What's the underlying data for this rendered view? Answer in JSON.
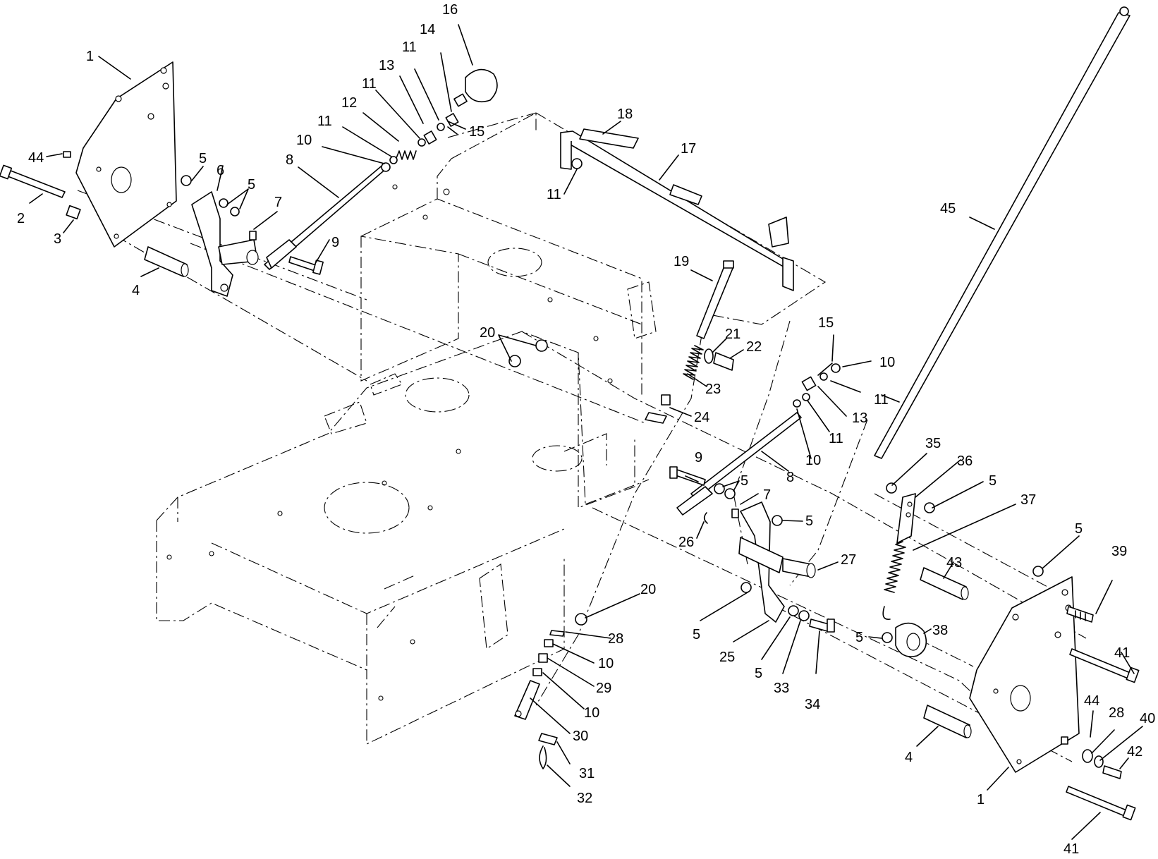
{
  "callouts": [
    {
      "id": "c1a",
      "text": "1"
    },
    {
      "id": "c44a",
      "text": "44"
    },
    {
      "id": "c2",
      "text": "2"
    },
    {
      "id": "c3",
      "text": "3"
    },
    {
      "id": "c4a",
      "text": "4"
    },
    {
      "id": "c5a",
      "text": "5"
    },
    {
      "id": "c6",
      "text": "6"
    },
    {
      "id": "c5b",
      "text": "5"
    },
    {
      "id": "c7a",
      "text": "7"
    },
    {
      "id": "c8a",
      "text": "8"
    },
    {
      "id": "c9a",
      "text": "9"
    },
    {
      "id": "c10a",
      "text": "10"
    },
    {
      "id": "c11a",
      "text": "11"
    },
    {
      "id": "c12",
      "text": "12"
    },
    {
      "id": "c11b",
      "text": "11"
    },
    {
      "id": "c13a",
      "text": "13"
    },
    {
      "id": "c11c",
      "text": "11"
    },
    {
      "id": "c14",
      "text": "14"
    },
    {
      "id": "c16",
      "text": "16"
    },
    {
      "id": "c15a",
      "text": "15"
    },
    {
      "id": "c18",
      "text": "18"
    },
    {
      "id": "c17",
      "text": "17"
    },
    {
      "id": "c11d",
      "text": "11"
    },
    {
      "id": "c45",
      "text": "45"
    },
    {
      "id": "c19",
      "text": "19"
    },
    {
      "id": "c20a",
      "text": "20"
    },
    {
      "id": "c21",
      "text": "21"
    },
    {
      "id": "c22",
      "text": "22"
    },
    {
      "id": "c23",
      "text": "23"
    },
    {
      "id": "c24",
      "text": "24"
    },
    {
      "id": "c15b",
      "text": "15"
    },
    {
      "id": "c10b",
      "text": "10"
    },
    {
      "id": "c11e",
      "text": "11"
    },
    {
      "id": "c13b",
      "text": "13"
    },
    {
      "id": "c11f",
      "text": "11"
    },
    {
      "id": "c10c",
      "text": "10"
    },
    {
      "id": "c8b",
      "text": "8"
    },
    {
      "id": "c9b",
      "text": "9"
    },
    {
      "id": "c5c",
      "text": "5"
    },
    {
      "id": "c7b",
      "text": "7"
    },
    {
      "id": "c5d",
      "text": "5"
    },
    {
      "id": "c26",
      "text": "26"
    },
    {
      "id": "c27",
      "text": "27"
    },
    {
      "id": "c35",
      "text": "35"
    },
    {
      "id": "c36",
      "text": "36"
    },
    {
      "id": "c5e",
      "text": "5"
    },
    {
      "id": "c37",
      "text": "37"
    },
    {
      "id": "c43",
      "text": "43"
    },
    {
      "id": "c5f",
      "text": "5"
    },
    {
      "id": "c39",
      "text": "39"
    },
    {
      "id": "c20b",
      "text": "20"
    },
    {
      "id": "c28a",
      "text": "28"
    },
    {
      "id": "c10d",
      "text": "10"
    },
    {
      "id": "c29",
      "text": "29"
    },
    {
      "id": "c10e",
      "text": "10"
    },
    {
      "id": "c30",
      "text": "30"
    },
    {
      "id": "c31",
      "text": "31"
    },
    {
      "id": "c32",
      "text": "32"
    },
    {
      "id": "c5g",
      "text": "5"
    },
    {
      "id": "c25",
      "text": "25"
    },
    {
      "id": "c5h",
      "text": "5"
    },
    {
      "id": "c33",
      "text": "33"
    },
    {
      "id": "c34",
      "text": "34"
    },
    {
      "id": "c5i",
      "text": "5"
    },
    {
      "id": "c38",
      "text": "38"
    },
    {
      "id": "c41a",
      "text": "41"
    },
    {
      "id": "c44b",
      "text": "44"
    },
    {
      "id": "c28b",
      "text": "28"
    },
    {
      "id": "c40",
      "text": "40"
    },
    {
      "id": "c42",
      "text": "42"
    },
    {
      "id": "c4b",
      "text": "4"
    },
    {
      "id": "c1b",
      "text": "1"
    },
    {
      "id": "c41b",
      "text": "41"
    }
  ]
}
